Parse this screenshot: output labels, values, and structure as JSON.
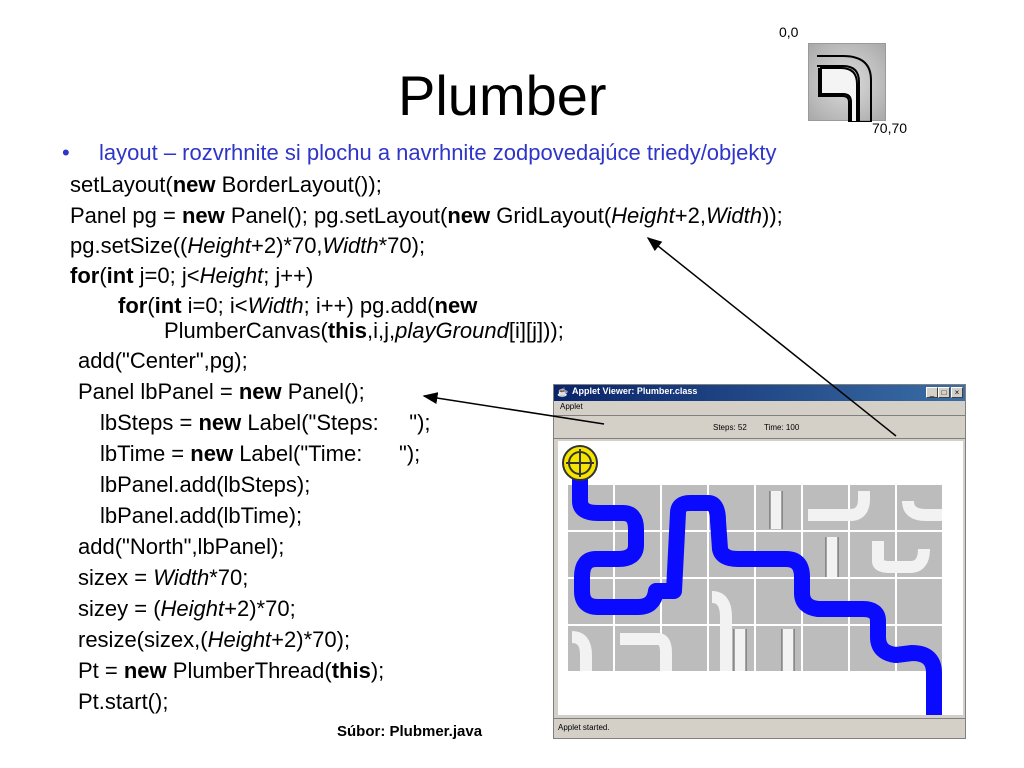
{
  "slide": {
    "title": "Plumber",
    "coord_top": "0,0",
    "coord_bottom": "70,70",
    "bullet": "layout – rozvrhnite si plochu a navrhnite zodpovedajúce triedy/objekty",
    "file_label": "Súbor: Plubmer.java",
    "code": {
      "l1_a": "setLayout(",
      "l1_kw": "new",
      "l1_b": " BorderLayout());",
      "l2_a": "Panel pg = ",
      "l2_kw1": "new",
      "l2_b": " Panel();   pg.setLayout(",
      "l2_kw2": "new",
      "l2_c": " GridLayout(",
      "l2_i1": "Height",
      "l2_d": "+2,",
      "l2_i2": "Width",
      "l2_e": "));",
      "l3_a": "pg.setSize((",
      "l3_i1": "Height",
      "l3_b": "+2)*70,",
      "l3_i2": "Width",
      "l3_c": "*70);",
      "l4_kw1": "for",
      "l4_a": "(",
      "l4_kw2": "int",
      "l4_b": " j=0; j<",
      "l4_i": "Height",
      "l4_c": "; j++)",
      "l5_kw1": "for",
      "l5_a": "(",
      "l5_kw2": "int",
      "l5_b": " i=0; i<",
      "l5_i": "Width",
      "l5_c": "; i++) pg.add(",
      "l5_kw3": "new",
      "l6_a": "PlumberCanvas(",
      "l6_kw": "this",
      "l6_b": ",i,j,",
      "l6_i": "playGround",
      "l6_c": "[i][j]));",
      "l7": "add(\"Center\",pg);",
      "l8_a": "Panel lbPanel = ",
      "l8_kw": "new",
      "l8_b": " Panel();",
      "l9_a": "lbSteps = ",
      "l9_kw": "new",
      "l9_b": " Label(\"Steps:     \");",
      "l10_a": "lbTime = ",
      "l10_kw": "new",
      "l10_b": " Label(\"Time:      \");",
      "l11": "lbPanel.add(lbSteps);",
      "l12": "lbPanel.add(lbTime);",
      "l13": "add(\"North\",lbPanel);",
      "l14_a": "sizex = ",
      "l14_i": "Width",
      "l14_b": "*70;",
      "l15_a": "sizey = (",
      "l15_i": "Height",
      "l15_b": "+2)*70;",
      "l16_a": "resize(sizex,(",
      "l16_i": "Height",
      "l16_b": "+2)*70);",
      "l17_a": "Pt = ",
      "l17_kw": "new",
      "l17_b": " PlumberThread(",
      "l17_kw2": "this",
      "l17_c": ");",
      "l18": "Pt.start();"
    }
  },
  "applet": {
    "window_title": "Applet Viewer: Plumber.class",
    "menu": "Applet",
    "steps_label": "Steps: 52",
    "time_label": "Time: 100",
    "status": "Applet started.",
    "btn_min": "_",
    "btn_max": "□",
    "btn_close": "×"
  },
  "colors": {
    "bullet_text": "#2e35c8",
    "pipe_blue": "#0a0aff",
    "pipe_white": "#f2f2f2",
    "tile_gray": "#b9b9b9",
    "arrow": "#000000"
  }
}
